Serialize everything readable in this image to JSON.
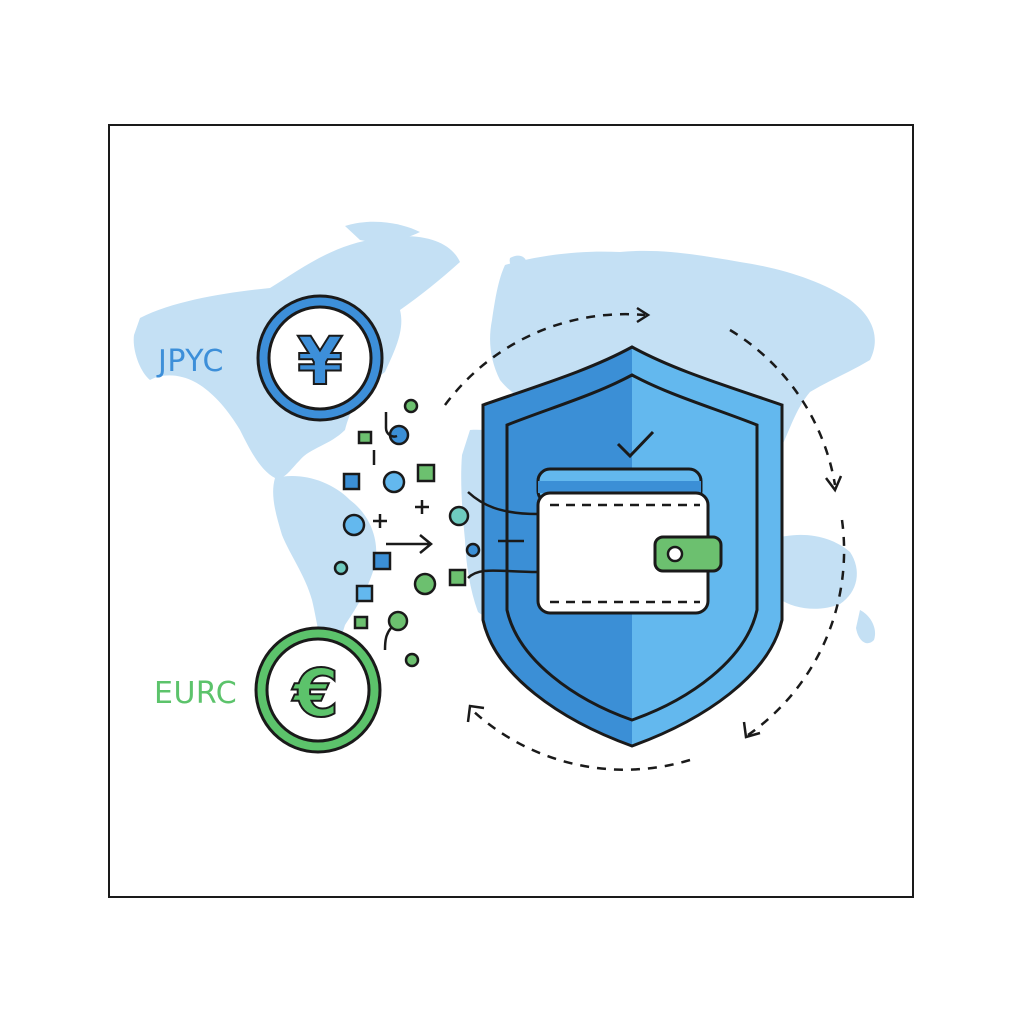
{
  "illustration": {
    "subject": "stablecoin wallet protection across global currencies",
    "colors": {
      "map": "#bcdcf2",
      "shield_dark": "#3b8fd6",
      "shield_light": "#63b8ee",
      "jpyc_accent": "#3d8fd9",
      "eurc_accent": "#5cc36b",
      "outline": "#1a1a1a",
      "wallet_clasp": "#6cc06f"
    }
  },
  "coins": [
    {
      "label": "JPYC",
      "symbol": "¥",
      "icon": "yen-coin-icon",
      "color": "#3d8fd9"
    },
    {
      "label": "EURC",
      "symbol": "€",
      "icon": "euro-coin-icon",
      "color": "#5cc36b"
    }
  ],
  "center": {
    "shield_icon": "shield-icon",
    "wallet_icon": "wallet-icon",
    "check_icon": "checkmark-icon",
    "cycle_icon": "dashed-circular-arrows-icon"
  }
}
